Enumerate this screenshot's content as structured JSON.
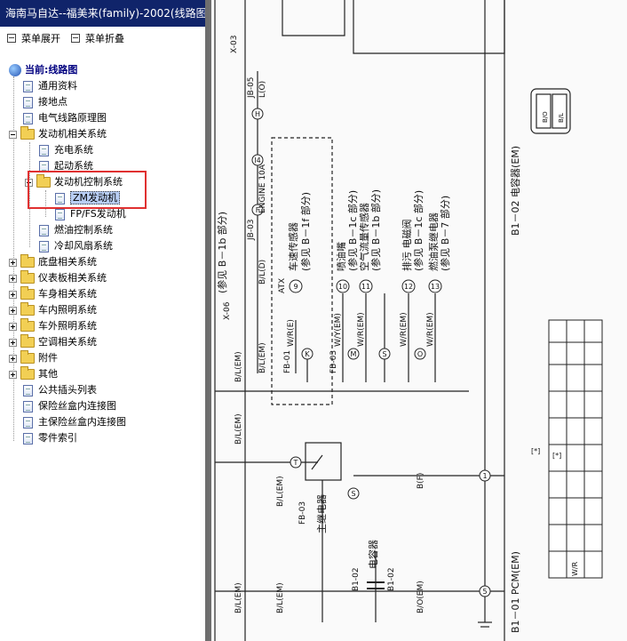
{
  "window": {
    "title": "海南马自达--福美来(family)-2002(线路图)"
  },
  "toolbar": {
    "expand_label": "菜单展开",
    "collapse_label": "菜单折叠"
  },
  "tree": {
    "root_label": "当前:线路图",
    "items": {
      "general": "通用资料",
      "ground": "接地点",
      "schematic": "电气线路原理图",
      "engine_systems": "发动机相关系统",
      "charging": "充电系统",
      "starting": "起动系统",
      "engine_control": "发动机控制系统",
      "zm_engine": "ZM发动机",
      "fpfs_engine": "FP/FS发动机",
      "fuel_control": "燃油控制系统",
      "cooling_fan": "冷却风扇系统",
      "chassis": "底盘相关系统",
      "instrument": "仪表板相关系统",
      "body": "车身相关系统",
      "interior_light": "车内照明系统",
      "exterior_light": "车外照明系统",
      "ac": "空调相关系统",
      "accessories": "附件",
      "other": "其他",
      "common_connectors": "公共插头列表",
      "fuse_box": "保险丝盒内连接图",
      "main_fuse_box": "主保险丝盒内连接图",
      "parts_index": "零件索引"
    }
  },
  "diagram": {
    "connector_b1_02": "B1－02 电容器(EM)",
    "connector_b1_01": "B1－01 PCM(EM)",
    "vehicle_speed": "车速传感器",
    "vehicle_speed_ref": "(参见 B－1f 部分)",
    "injector": "喷油嘴",
    "injector_ref": "(参见 B－1c 部分)",
    "maf": "空气流量传感器",
    "maf_ref": "(参见 B－1b 部分)",
    "purge": "排污 电磁阀",
    "purge_ref": "(参见 B－1c 部分)",
    "fuel_pump_relay": "燃油泵继电器",
    "fuel_pump_relay_ref": "(参见 B－7 部分)",
    "ref_b1b": "(参见 B－1b 部分)",
    "main_relay": "主继电器",
    "capacitor": "电容器",
    "atx": "ATX",
    "engine_10a": "ENGINE 10A",
    "jb03": "JB-03",
    "jb05": "JB-05",
    "x03": "X-03",
    "x06": "X-06",
    "fb01": "FB-01",
    "fb03": "FB-03",
    "b102": "B1-02",
    "wire_lo": "L(O)",
    "wire_bl": "B/L(D)",
    "wire_wr": "W/R(E)",
    "wire_wy": "W/Y(EM)",
    "wire_wrem": "W/R(EM)",
    "wire_blem": "B/L(EM)",
    "wire_bf": "B(F)",
    "wire_boem": "B/O(EM)",
    "wire_br": "W/R",
    "node_9": "9",
    "node_10": "10",
    "node_11": "11",
    "node_12": "12",
    "node_13": "13",
    "node_H": "H",
    "node_I": "I4",
    "node_F": "F",
    "node_K": "K",
    "node_M": "M",
    "node_S": "S",
    "node_O": "O",
    "node_T": "T",
    "node_1": "1",
    "node_5": "5",
    "cap_pin1": "B/O",
    "cap_pin2": "B/L",
    "pcm_star": "[*]"
  }
}
